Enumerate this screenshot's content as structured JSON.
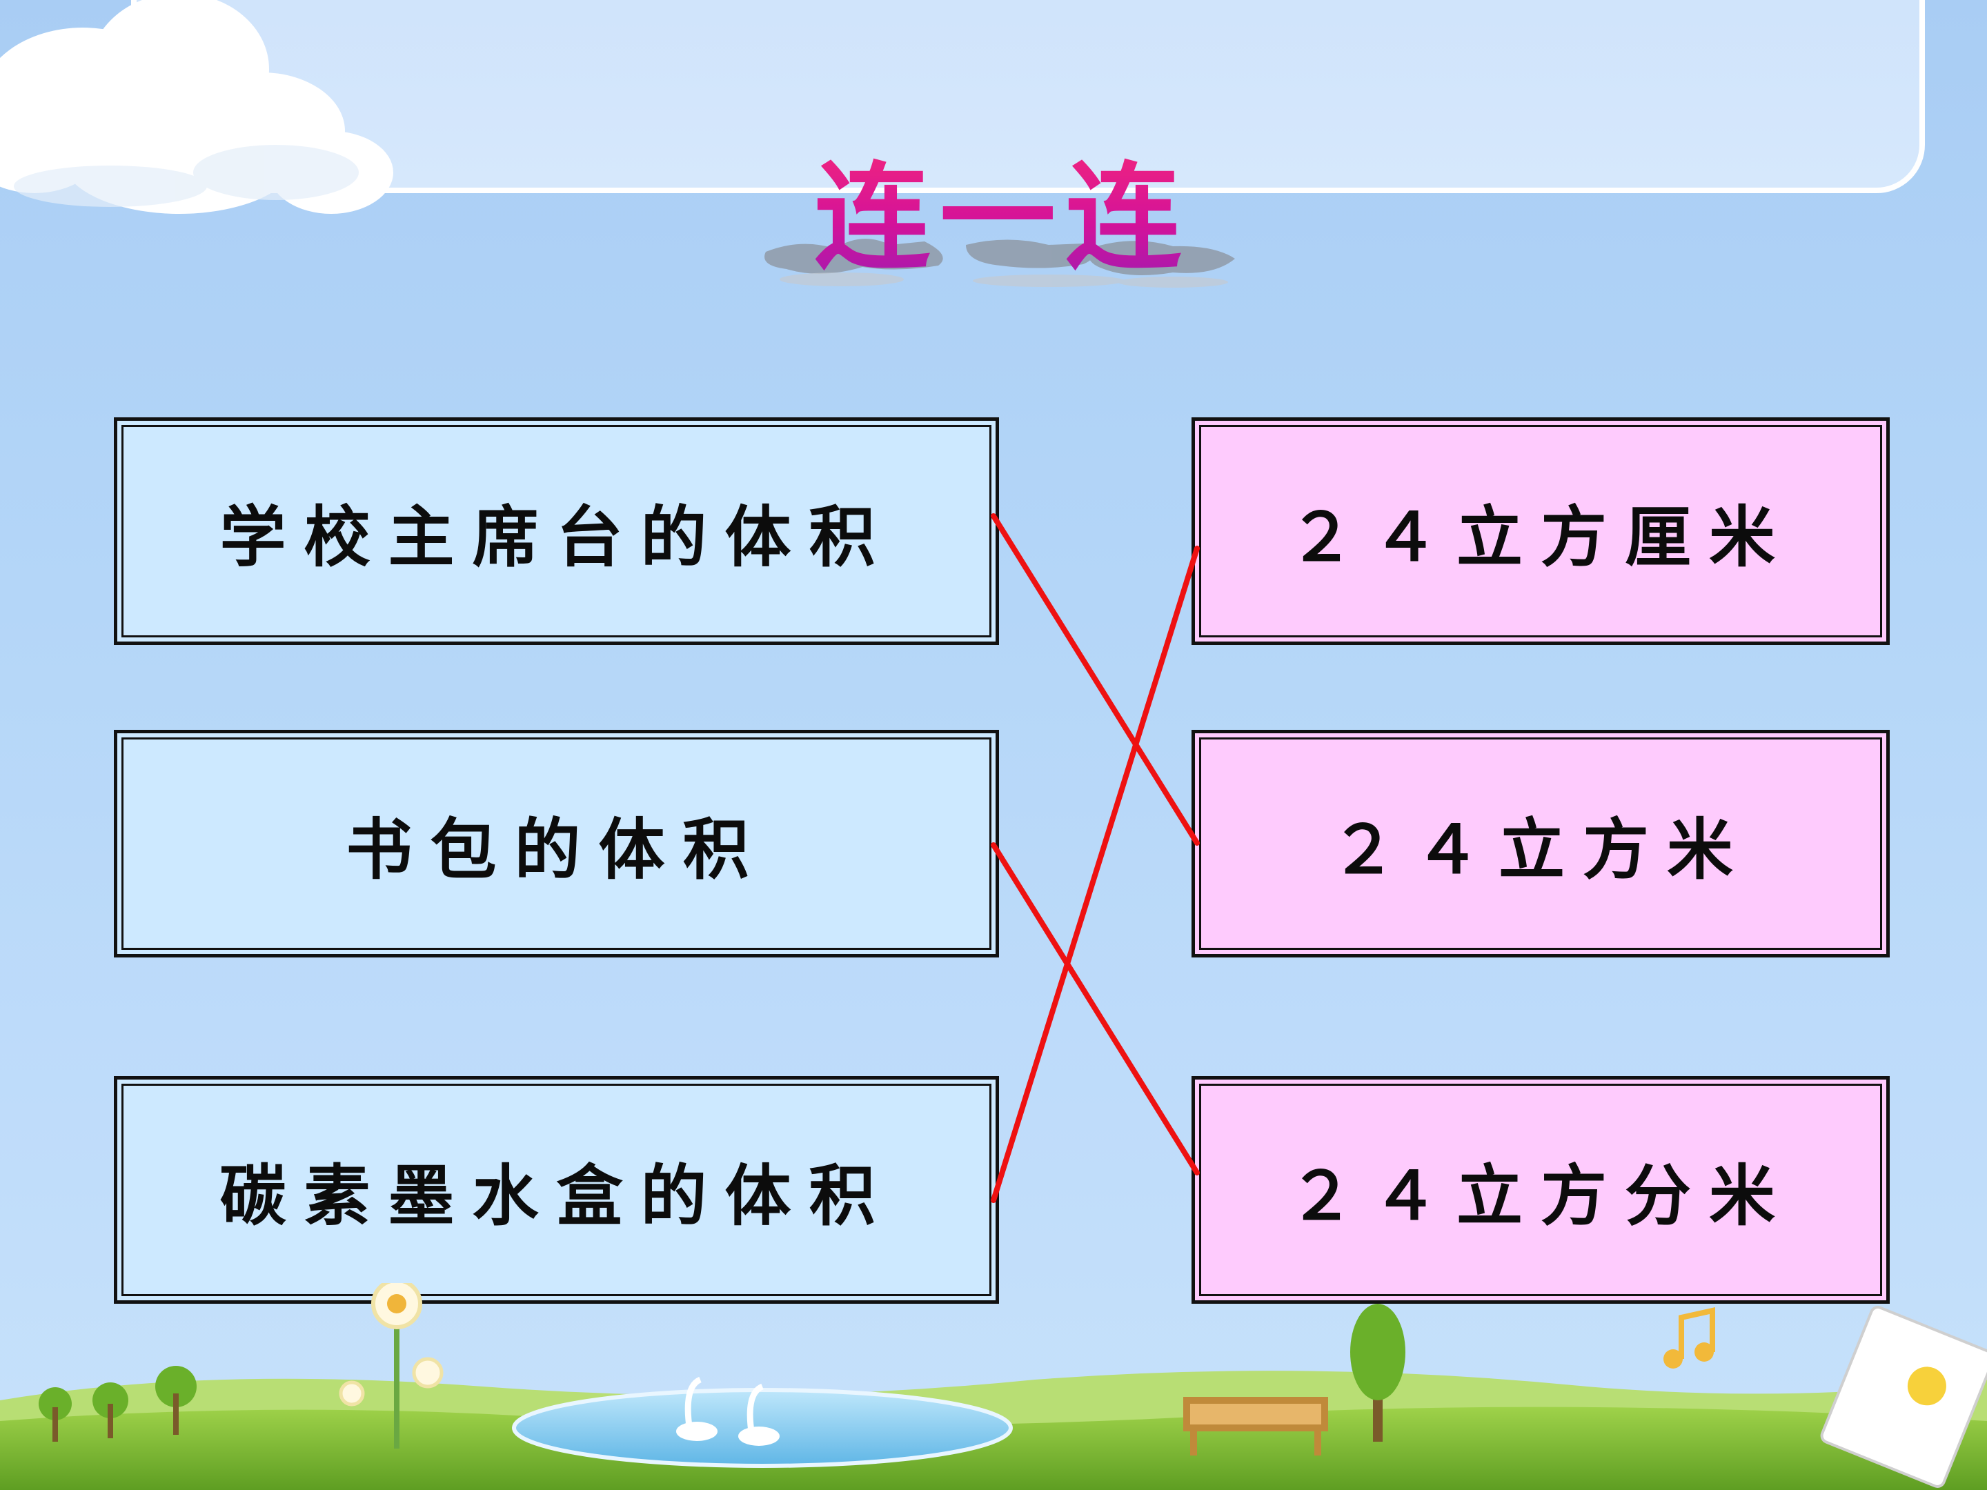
{
  "title": "连一连",
  "left_items": [
    {
      "label": "学校主席台的体积"
    },
    {
      "label": "书包的体积"
    },
    {
      "label": "碳素墨水盒的体积"
    }
  ],
  "right_items": [
    {
      "label": "２４立方厘米"
    },
    {
      "label": "２４立方米"
    },
    {
      "label": "２４立方分米"
    }
  ],
  "connections": [
    {
      "from": 0,
      "to": 1
    },
    {
      "from": 1,
      "to": 2
    },
    {
      "from": 2,
      "to": 0
    }
  ],
  "colors": {
    "left_box": "#cde9ff",
    "right_box": "#fecbfd",
    "line": "#ee1111",
    "title_gradient_top": "#f0247e",
    "title_gradient_bottom": "#a21cb0"
  }
}
